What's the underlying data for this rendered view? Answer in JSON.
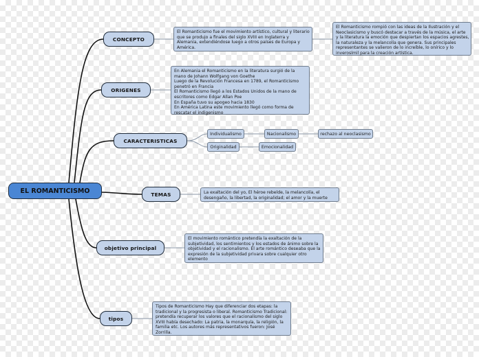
{
  "root": {
    "label": "EL ROMANTICISMO"
  },
  "branches": {
    "concepto": {
      "label": "CONCEPTO",
      "note": [
        "El Romanticismo fue el movimiento artístico, cultural y literario",
        "que se produjo a finales del siglo XVIII en Inglaterra y",
        "Alemania, extendiéndose luego a otros países de Europa y",
        "América."
      ],
      "note2": [
        "El Romanticismo rompió con las ideas de la Ilustración y el",
        "Neoclasicismo y buscó destacar a través de la música, el arte",
        "y la literatura la emoción que despiertan los espacios agrestes,",
        "la naturaleza y la melancolía que genera. Sus principales",
        "representantes se valieron de lo increíble, lo onírico y lo",
        "inverosímil para la creación artística."
      ]
    },
    "origenes": {
      "label": "ORIGENES",
      "note": [
        "En Alemania el Romanticismo en la literatura surgió de la",
        "mano de Johann Wolfgang von Goethe",
        "Luego de la Revolución Francesa en 1789, el Romanticismo",
        "penetró en Francia",
        "El Romanticismo llegó a los Estados Unidos de la mano de",
        "escritores como Edgar Allan Poe",
        "En España tuvo su apogeo hacia 1830",
        "En América Latina este movimiento llegó como forma de",
        "rescatar el indigenismo"
      ]
    },
    "caracteristicas": {
      "label": "CARACTERISTICAS",
      "items": {
        "individualismo": "Individualismo",
        "nacionalismo": "Nacionalismo",
        "rechazo": "rechazo al neoclasismo",
        "originalidad": "Originalidad",
        "emocionalidad": "Emocionalidad"
      }
    },
    "temas": {
      "label": "TEMAS",
      "note": [
        "La exaltación del yo, El héroe rebelde, la melancolía, el",
        "desengaño, la libertad, la originalidad; el amor y la muerte"
      ]
    },
    "objetivo": {
      "label": "objetivo principal",
      "note": [
        "El movimiento romántico pretendía la exaltación de la",
        "subjetividad, los sentimientos y los estados de ánimo sobre la",
        "objetividad y el racionalismo. El arte romántico deseaba que la",
        "expresión de la subjetividad privara sobre cualquier otro",
        "elemento"
      ]
    },
    "tipos": {
      "label": "tipos",
      "note": [
        "Tipos de Romanticismo Hay que diferenciar dos etapas: la",
        "tradicional y la progresista o liberal. Romanticismo Tradicional:",
        "pretendía recuperar los valores que el racionalismo del siglo",
        "XVIII había desechado: La patria, la monarquía, la religión, la",
        "familia etc. Los autores más representativos fueron: José",
        "Zorrilla."
      ]
    }
  }
}
